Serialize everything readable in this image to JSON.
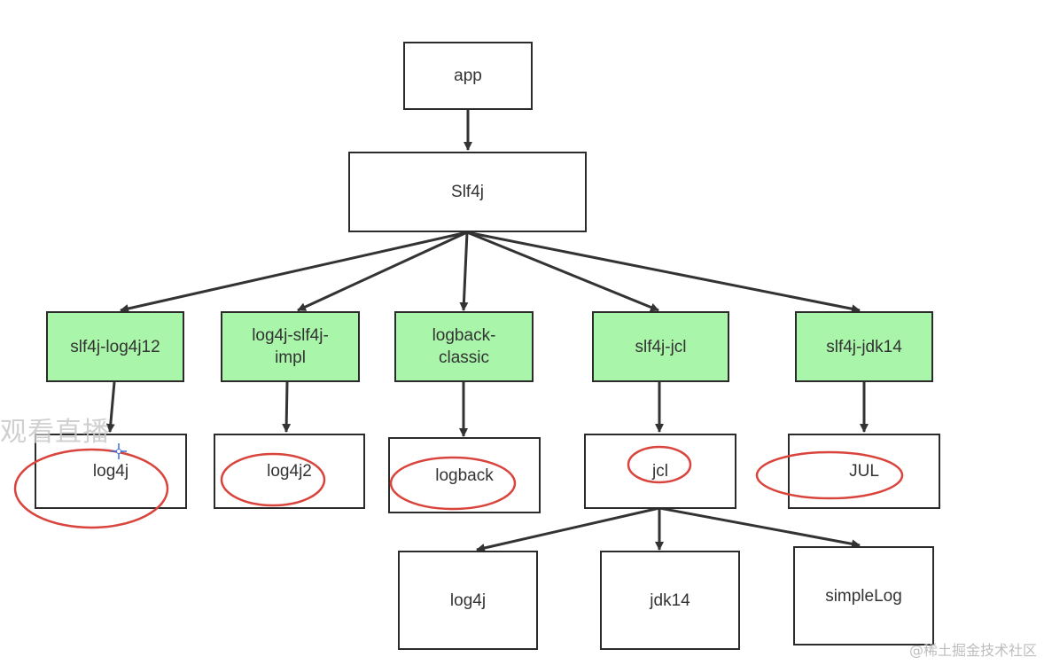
{
  "nodes": {
    "app": "app",
    "slf4j": "Slf4j",
    "slf4j_log4j12": "slf4j-log4j12",
    "log4j_slf4j_impl_line1": "log4j-slf4j-",
    "log4j_slf4j_impl_line2": "impl",
    "logback_classic_line1": "logback-",
    "logback_classic_line2": "classic",
    "slf4j_jcl": "slf4j-jcl",
    "slf4j_jdk14": "slf4j-jdk14",
    "log4j": "log4j",
    "log4j2": "log4j2",
    "logback": "logback",
    "jcl": "jcl",
    "jul": "JUL",
    "jcl_log4j": "log4j",
    "jcl_jdk14": "jdk14",
    "jcl_simplelog": "simpleLog"
  },
  "overlay_text": "观看直播",
  "watermark": "@稀土掘金技术社区",
  "colors": {
    "binding_fill": "#a9f5a9",
    "annotation_circle": "#d9443c",
    "border": "#2b2b2b",
    "arrow": "#333333"
  }
}
